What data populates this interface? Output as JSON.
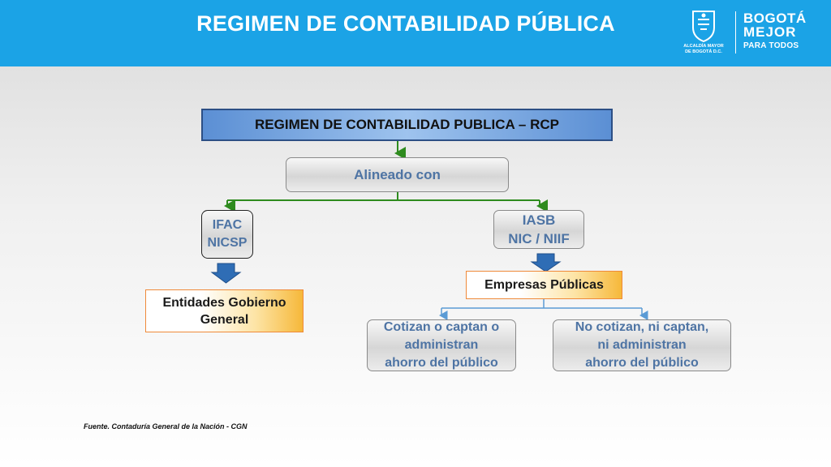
{
  "header": {
    "title": "REGIMEN DE CONTABILIDAD PÚBLICA",
    "seal_text": "ALCALDÍA MAYOR\nDE BOGOTÁ D.C.",
    "brand_line1": "BOGOTÁ",
    "brand_line2": "MEJOR",
    "brand_line3": "PARA TODOS",
    "bg_color": "#1ba3e6"
  },
  "diagram": {
    "root": "REGIMEN DE CONTABILIDAD PUBLICA – RCP",
    "aligned": "Alineado con",
    "left_branch": {
      "line1": "IFAC",
      "line2": "NICSP"
    },
    "left_result": {
      "line1": "Entidades Gobierno",
      "line2": "General"
    },
    "right_branch": {
      "line1": "IASB",
      "line2": "NIC / NIIF"
    },
    "right_result": "Empresas Públicas",
    "sub_left": {
      "line1": "Cotizan o captan o",
      "line2": "administran",
      "line3": "ahorro del público"
    },
    "sub_right": {
      "line1": "No cotizan, ni captan,",
      "line2": "ni administran",
      "line3": "ahorro del público"
    }
  },
  "footer": {
    "source": "Fuente. Contaduría General de la Nación - CGN"
  },
  "colors": {
    "connector_green": "#2e8b1e",
    "connector_blue": "#5b9bd5",
    "block_arrow": "#2f6db5",
    "label_blue": "#4e74a4",
    "orange_border": "#ef8a3a"
  }
}
